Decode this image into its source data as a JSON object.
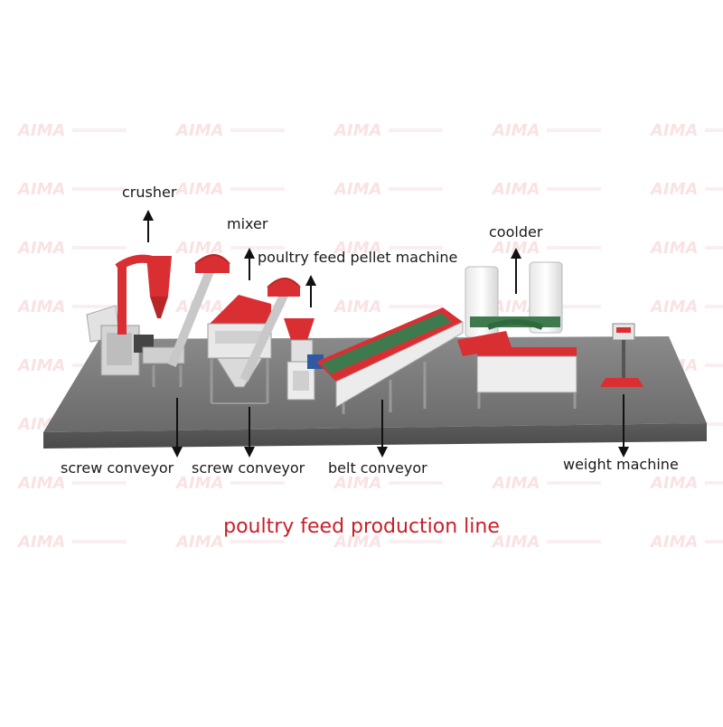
{
  "watermark": {
    "logo_text": "AIMA"
  },
  "labels": {
    "crusher": "crusher",
    "mixer": "mixer",
    "pellet_machine": "poultry feed pellet machine",
    "coolder": "coolder",
    "screw_conveyor_1": "screw conveyor",
    "screw_conveyor_2": "screw conveyor",
    "belt_conveyor": "belt conveyor",
    "weight_machine": "weight machine"
  },
  "caption": "poultry feed production line",
  "colors": {
    "accent_red": "#d92f33",
    "caption_red": "#c8202a",
    "platform": "#707070",
    "steel": "#d8d8d8",
    "belt_green": "#3f7a4e"
  }
}
